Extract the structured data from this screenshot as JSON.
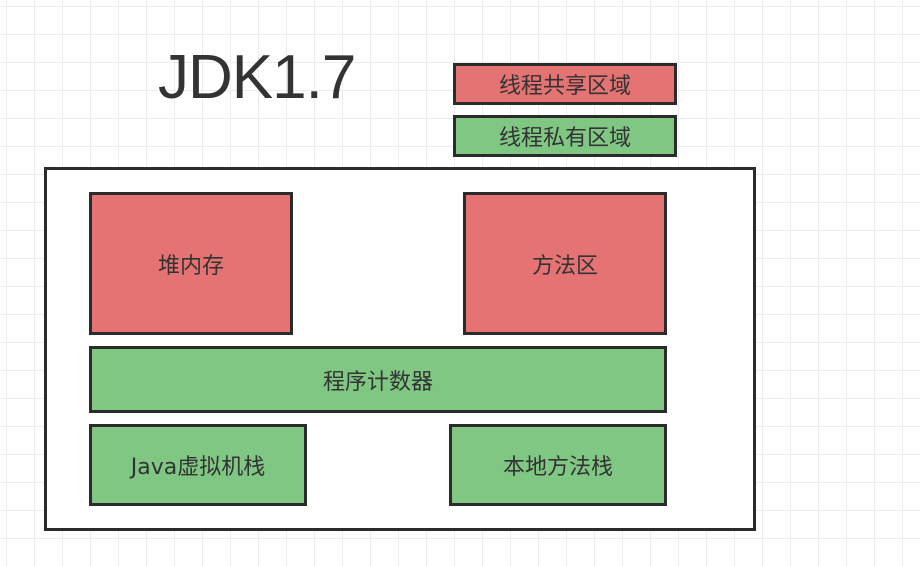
{
  "title": "JDK1.7",
  "legend": {
    "shared_label": "线程共享区域",
    "private_label": "线程私有区域"
  },
  "regions": {
    "heap": "堆内存",
    "method_area": "方法区",
    "program_counter": "程序计数器",
    "jvm_stack": "Java虚拟机栈",
    "native_method_stack": "本地方法栈"
  },
  "colors": {
    "shared": "#e57373",
    "private": "#81c784",
    "border": "#2b2b2b"
  }
}
